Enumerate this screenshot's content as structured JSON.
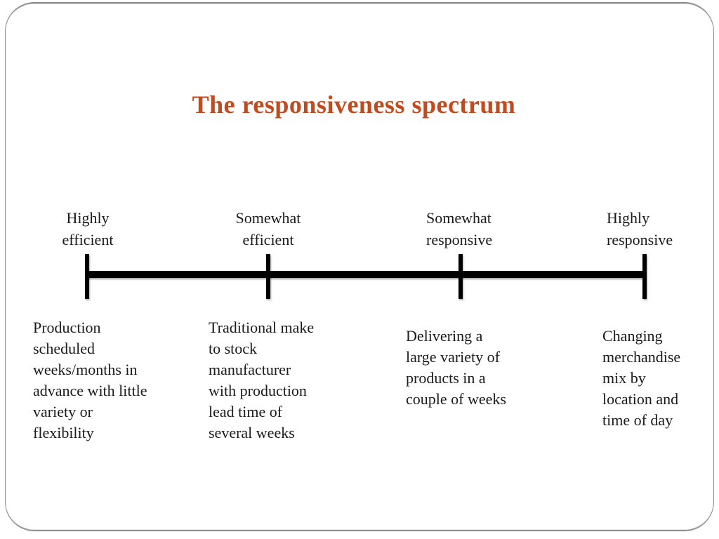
{
  "slide": {
    "title": "The responsiveness spectrum",
    "title_color": "#c14a1e",
    "background_color": "#ffffff",
    "border_color": "#8b8b8b",
    "text_color": "#1b1b1b",
    "line_color": "#000000"
  },
  "spectrum": {
    "axis_labels": [
      {
        "text": "Highly\nefficient"
      },
      {
        "text": "Somewhat\nefficient"
      },
      {
        "text": "Somewhat\nresponsive"
      },
      {
        "text": "Highly\nresponsive"
      }
    ],
    "descriptions": [
      {
        "text": "Production\nscheduled\nweeks/months in\nadvance with little\nvariety or\nflexibility"
      },
      {
        "text": "Traditional make\nto stock\nmanufacturer\nwith production\nlead time of\nseveral weeks"
      },
      {
        "text": "Delivering a\nlarge variety of\nproducts in a\ncouple of weeks"
      },
      {
        "text": "Changing\nmerchandise\nmix by\nlocation and\ntime of day"
      }
    ]
  }
}
